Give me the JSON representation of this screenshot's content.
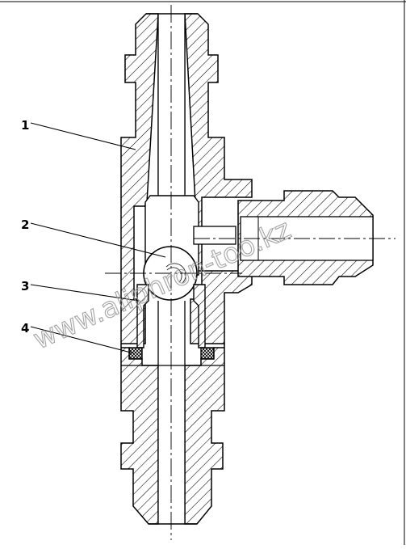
{
  "diagram": {
    "callouts": [
      {
        "label": "1"
      },
      {
        "label": "2"
      },
      {
        "label": "3"
      },
      {
        "label": "4"
      }
    ],
    "watermark": "www.aliphron-too.kz"
  },
  "colors": {
    "line": "#000000",
    "background": "#ffffff",
    "watermark": "#9a9a9a"
  }
}
